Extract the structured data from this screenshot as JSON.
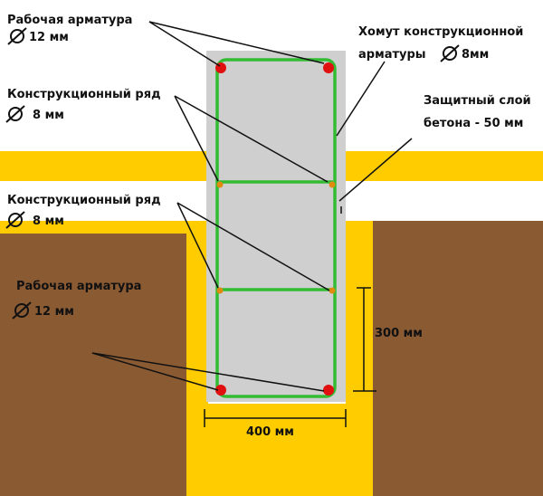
{
  "labels": {
    "working_rebar_top": "Рабочая  арматура",
    "working_rebar_top_dia": "12 мм",
    "stirrup_line1": "Хомут конструкционной",
    "stirrup_line2": "арматуры",
    "stirrup_dia": "8мм",
    "structural_row_1": "Конструкционный ряд",
    "structural_row_1_dia": "8 мм",
    "protective_line1": "Защитный слой",
    "protective_line2": "бетона - 50 мм",
    "structural_row_2": "Конструкционный ряд",
    "structural_row_2_dia": "8 мм",
    "working_rebar_bottom": "Рабочая арматура",
    "working_rebar_bottom_dia": "12 мм",
    "height_dim": "300 мм",
    "width_dim": "400 мм"
  },
  "colors": {
    "soil": "#8a5a33",
    "sand": "#ffcc00",
    "concrete": "#cfcfcf",
    "stirrup": "#33bb33",
    "working_rebar": "#e01010",
    "structural_rebar": "#e08a10",
    "leader": "#111111"
  },
  "icons": {
    "diameter": "diameter-icon"
  }
}
